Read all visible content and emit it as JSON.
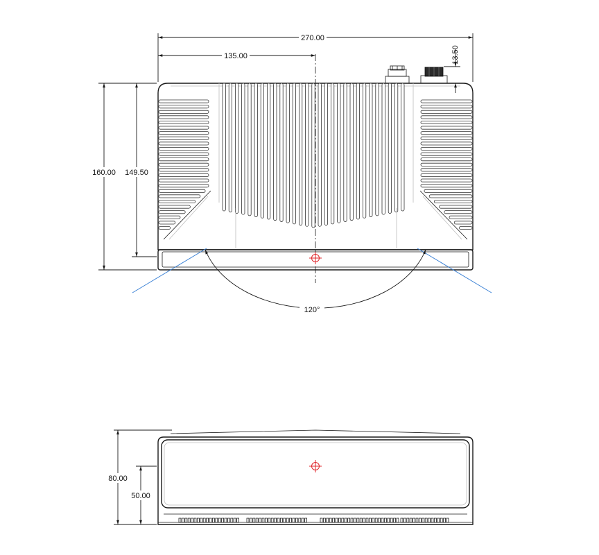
{
  "drawing": {
    "top_view": {
      "dim_overall_width": "270.00",
      "dim_half_width": "135.00",
      "dim_connector_height": "13.50",
      "dim_overall_height": "160.00",
      "dim_body_height": "149.50",
      "dim_beam_angle": "120°"
    },
    "side_view": {
      "dim_overall_height": "80.00",
      "dim_mount_height": "50.00"
    },
    "colors": {
      "lines": "#1a1a1a",
      "center_mark": "#e0262b",
      "beam_lines": "#3b82d6"
    }
  }
}
